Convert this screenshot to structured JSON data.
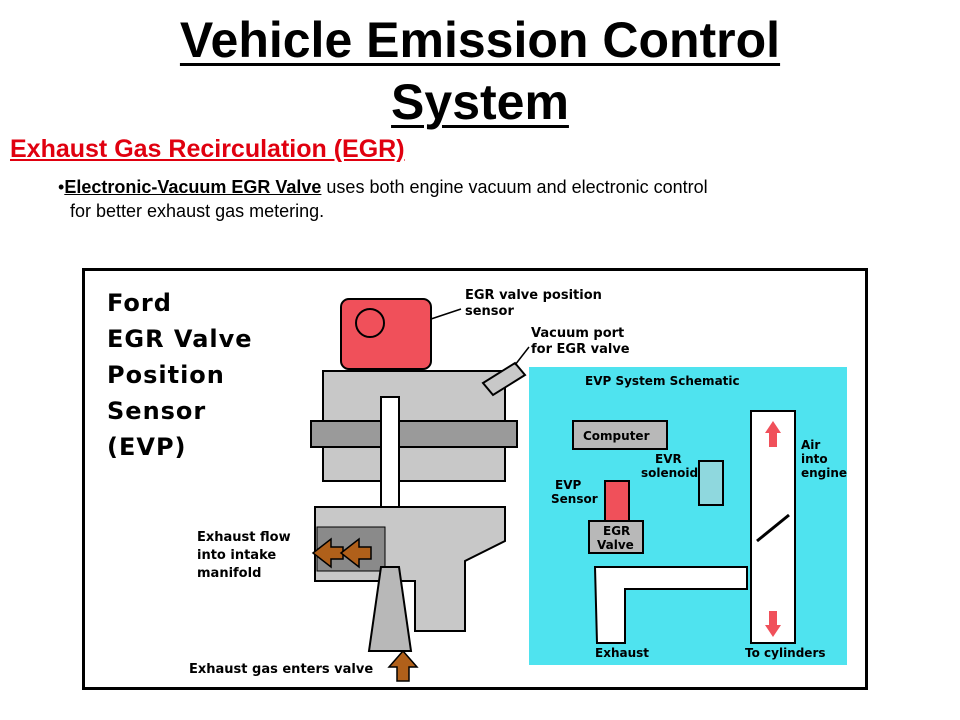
{
  "title": {
    "line1": "Vehicle Emission Control",
    "line2": "System"
  },
  "subtitle": "Exhaust Gas Recirculation (EGR)",
  "bullet": {
    "marker": "•",
    "term": "Electronic-Vacuum EGR Valve",
    "text1": " uses both engine vacuum and electronic control",
    "text2": "for better exhaust gas metering."
  },
  "figure": {
    "heading": [
      "Ford",
      "EGR Valve",
      "Position",
      "Sensor",
      "(EVP)"
    ],
    "labels": {
      "position_sensor_1": "EGR valve position",
      "position_sensor_2": "sensor",
      "vacuum_port_1": "Vacuum port",
      "vacuum_port_2": "for EGR valve",
      "exhaust_flow_1": "Exhaust flow",
      "exhaust_flow_2": "into intake",
      "exhaust_flow_3": "manifold",
      "exhaust_enters": "Exhaust gas enters valve"
    },
    "schematic": {
      "title": "EVP System Schematic",
      "computer": "Computer",
      "evr_1": "EVR",
      "evr_2": "solenoid",
      "evp_1": "EVP",
      "evp_2": "Sensor",
      "egr_1": "EGR",
      "egr_2": "Valve",
      "air_1": "Air",
      "air_2": "into",
      "air_3": "engine",
      "exhaust": "Exhaust",
      "to_cylinders": "To cylinders"
    },
    "colors": {
      "sensor_red": "#f0505a",
      "schematic_bg": "#4fe3ef",
      "arrow_brown": "#b0601a",
      "body_gray": "#c8c8c8"
    }
  }
}
